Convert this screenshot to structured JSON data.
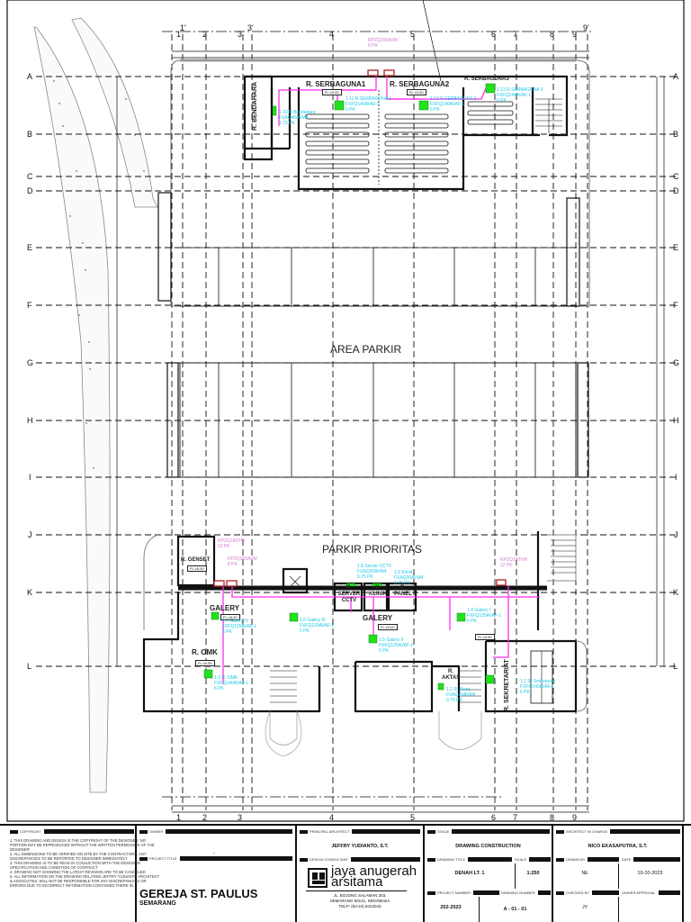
{
  "drawing": {
    "grid_columns": [
      "1",
      "1'",
      "2",
      "3",
      "3'",
      "4",
      "5",
      "6",
      "7",
      "8",
      "9",
      "9'"
    ],
    "grid_rows": [
      "A",
      "B",
      "C",
      "D",
      "E",
      "F",
      "G",
      "H",
      "I",
      "J",
      "K",
      "L"
    ],
    "area_labels": {
      "area_parkir": "AREA PARKIR",
      "parkir_prioritas": "PARKIR PRIORITAS"
    },
    "rooms": {
      "serbaguna1": "R. SERBAGUNA1",
      "serbaguna2": "R. SERBAGUNA2",
      "serbaguna3": "R. SERBAGUNA3",
      "bendahara": "R. BENDAHARA",
      "genset": "R. GENSET",
      "server_cctv": "R. SERVER CCTV",
      "klinik": "R. KLINIK",
      "panel": "R. PANEL",
      "galery_1": "GALERY",
      "galery_2": "GALERY",
      "omk": "R. OMK",
      "aktas": "R. AKTAS",
      "sekretariat": "R. SEKRETARIAT"
    },
    "floor_level_tag": "FL ±0.00",
    "ac_units": [
      {
        "id": "1.10",
        "name": "R Bendahara",
        "model": "FXAQ40AVM4",
        "capacity": "1.75 PK"
      },
      {
        "id": "1.11",
        "name": "R.SERBAGUNA 1",
        "model": "FXFQ140AVAF-L",
        "capacity": "6 PK"
      },
      {
        "id": "1.12",
        "name": "R SERBAGUNA 2",
        "model": "FXFQ140AVAF-L",
        "capacity": "6 PK"
      },
      {
        "id": "1.13",
        "name": "R SERBAGUNA 3",
        "model": "FXFQ140AVAF-L",
        "capacity": "6 PK"
      },
      {
        "id": "1.8",
        "name": "Server CCTV",
        "model": "FXAQ20AVM4",
        "capacity": "0.75 PK"
      },
      {
        "id": "1.9",
        "name": "Klinik",
        "model": "FXAQ20AVM4",
        "capacity": "0.75 PK"
      },
      {
        "id": "1.7",
        "name": "Galery IV",
        "model": "FXFQ125AVAF-L",
        "capacity": "5 PK"
      },
      {
        "id": "1.6",
        "name": "Galery III",
        "model": "FXFQ125AVAF-L",
        "capacity": "5 PK"
      },
      {
        "id": "1.5",
        "name": "Galery II",
        "model": "FXFQ125AVAF-L",
        "capacity": "5 PK"
      },
      {
        "id": "1.4",
        "name": "Galery I",
        "model": "FXFQ125AVAF-L",
        "capacity": "5 PK"
      },
      {
        "id": "1.3",
        "name": "R. OMK",
        "model": "FXFQ140AVAF-L",
        "capacity": "6 PK"
      },
      {
        "id": "1.2",
        "name": "R. Aktas",
        "model": "FXAQ20AVM4",
        "capacity": "0.75 PK"
      },
      {
        "id": "1.1",
        "name": "R. Sekretariat",
        "model": "FXFQ140AVAF-L",
        "capacity": "6 PK"
      }
    ],
    "outdoor_units": [
      {
        "model": "RPZQ200AVM",
        "capacity": "8 PK"
      },
      {
        "model": "RPZQ180YM",
        "capacity": "10 PK"
      },
      {
        "model": "RPZQ200AVM",
        "capacity": "8 PK"
      },
      {
        "model": "RPZQ120YM",
        "capacity": "12 PK"
      }
    ],
    "colors": {
      "ac_unit": "#22e01e",
      "ac_text": "#19c8e6",
      "refrigerant_pipe": "#ff2df0",
      "outdoor_text": "#d27ccf",
      "outdoor_unit": "#b02020",
      "wall": "#111111"
    }
  },
  "title_block": {
    "copyright": {
      "header": "COPYRIGHT",
      "notes": [
        "1. THIS DRAWING AND DESIGN IS THE COPYRIGHT OF THE DESIGNER, NO PORTION MAY BE REPRODUCED WITHOUT THE WRITTEN PERMISSION OF THE DESIGNER",
        "2. ALL DIMENSIONS TO BE VERIFIED ON SITE BY THE CONTRACTORS, ANY DISCREPANCIES TO BE REPORTED TO DESIGNER IMMEDIATELY",
        "3. THIS DRAWING IS TO BE READ IN CONJUCTION WITH THE DESIGNER SPECIFICATION AND CONDITION OF CONTRACT",
        "4. DRAWING NOT SHOWING THE LATEST REVISION ARE TO BE CANCELED",
        "5. ALL INFORMATION ON THE DRAWING RELATING JEFFRY YUDIANTO ARCHITECT & ASSOCIATES, WILL NOT BE RESPONSIBLE FOR ANY DISCREPANCIES OR ERRORS DUE TO INCORRECT INFORMATION CONTAINED THERE IN."
      ]
    },
    "owner": {
      "header": "OWNER",
      "value": "-"
    },
    "project_title": {
      "header": "PROJECT TITLE",
      "name": "GEREJA ST. PAULUS",
      "city": "SEMARANG"
    },
    "principal_architect": {
      "header": "PRINCIPAL ARCHITECT",
      "value": "JEFFRY YUDIANTO, S.T."
    },
    "design_consultant": {
      "header": "DESIGN CONSULTANT",
      "logo_line1": "jaya anugerah",
      "logo_line2": "arsitama",
      "address1": "JL. BOJONG SALAMAN 303,",
      "address2": "SEMARANG 50141, INDONESIA",
      "phone": "TELP: (62-24) 8413043"
    },
    "stage": {
      "header": "STAGE",
      "value": "DRAWING CONSTRUCTION"
    },
    "drawing_title": {
      "header": "DRAWING TITLE",
      "value": "DENAH LT. 1"
    },
    "scale": {
      "header": "SCALE",
      "value": "1:250"
    },
    "project_number": {
      "header": "PROJECT NUMBER",
      "value": "202-2023"
    },
    "drawing_number": {
      "header": "DRAWING NUMBER",
      "value": "A - 01 - 01"
    },
    "architect_in_charge": {
      "header": "ARCHITECT IN CHARGE",
      "value": "NICO EKASAPUTRA, S.T."
    },
    "drawn_by": {
      "header": "DRAWN BY",
      "value": "NE"
    },
    "date": {
      "header": "DATE",
      "value": "10-10-2023"
    },
    "checked_by": {
      "header": "CHECKED BY",
      "value": "JY"
    },
    "owner_approval": {
      "header": "OWNER APPROVAL",
      "value": ""
    }
  }
}
